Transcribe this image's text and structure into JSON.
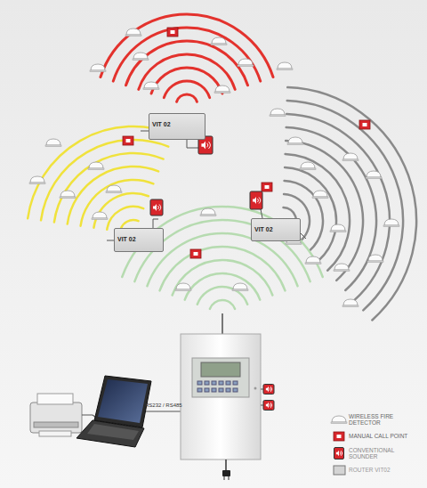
{
  "diagram": {
    "nodes": [
      {
        "text": [
          "VIT 02"
        ]
      },
      {
        "text": [
          "VIT 02"
        ]
      },
      {
        "text": [
          "VIT 02"
        ]
      }
    ],
    "edges": [],
    "labels": [
      "RS232 / RS485"
    ],
    "legend": [
      {
        "text": "WIRELESS FIRE DETECTOR"
      },
      {
        "text": "MANUAL CALL POINT"
      },
      {
        "text": "CONVENTIONAL SOUNDER"
      },
      {
        "text": "ROUTER VIT02"
      }
    ]
  }
}
